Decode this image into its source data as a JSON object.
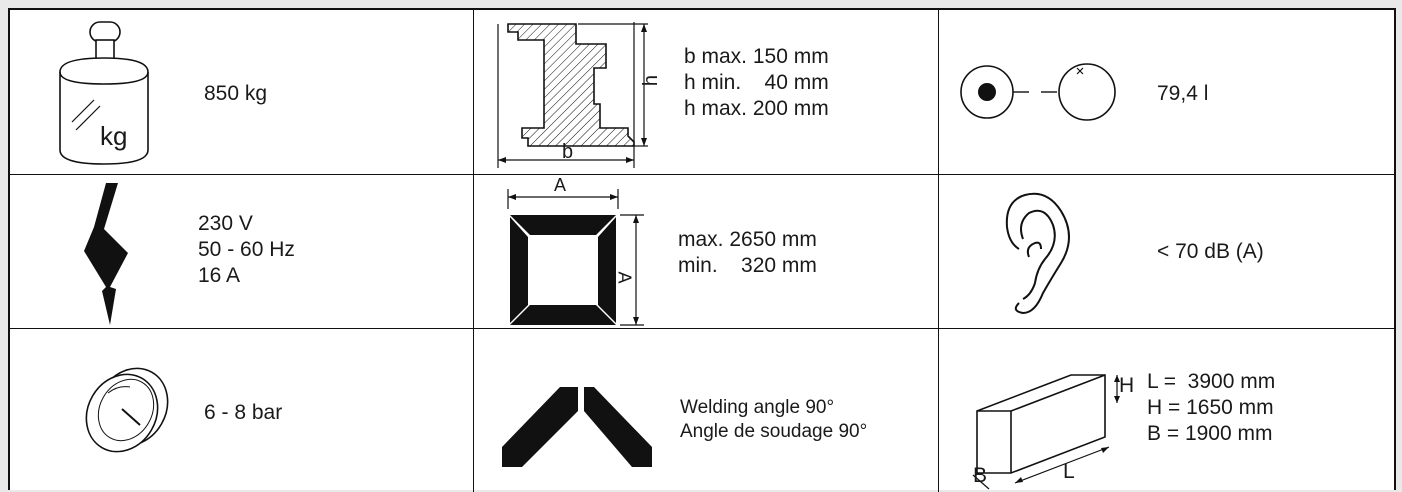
{
  "row1": {
    "weight": {
      "icon_label": "kg",
      "value": "850 kg"
    },
    "profile": {
      "dim_h": "h",
      "dim_b": "b",
      "lines": [
        "b max. 150 mm",
        "h min.    40 mm",
        "h max. 200 mm"
      ]
    },
    "volume": {
      "value": "79,4 l"
    }
  },
  "row2": {
    "power": {
      "lines": [
        "230 V",
        "50 - 60 Hz",
        "16 A"
      ]
    },
    "frame": {
      "dim_a_top": "A",
      "dim_a_side": "A",
      "lines": [
        "max. 2650 mm",
        "min.    320 mm"
      ]
    },
    "noise": {
      "value": "< 70 dB (A)"
    }
  },
  "row3": {
    "pressure": {
      "value": "6 - 8 bar"
    },
    "angle": {
      "lines": [
        "Welding angle 90°",
        "Angle de soudage 90°"
      ]
    },
    "dimensions": {
      "dim_h": "H",
      "dim_b": "B",
      "dim_l": "L",
      "lines": [
        "L =  3900 mm",
        "H = 1650 mm",
        "B = 1900 mm"
      ]
    }
  }
}
